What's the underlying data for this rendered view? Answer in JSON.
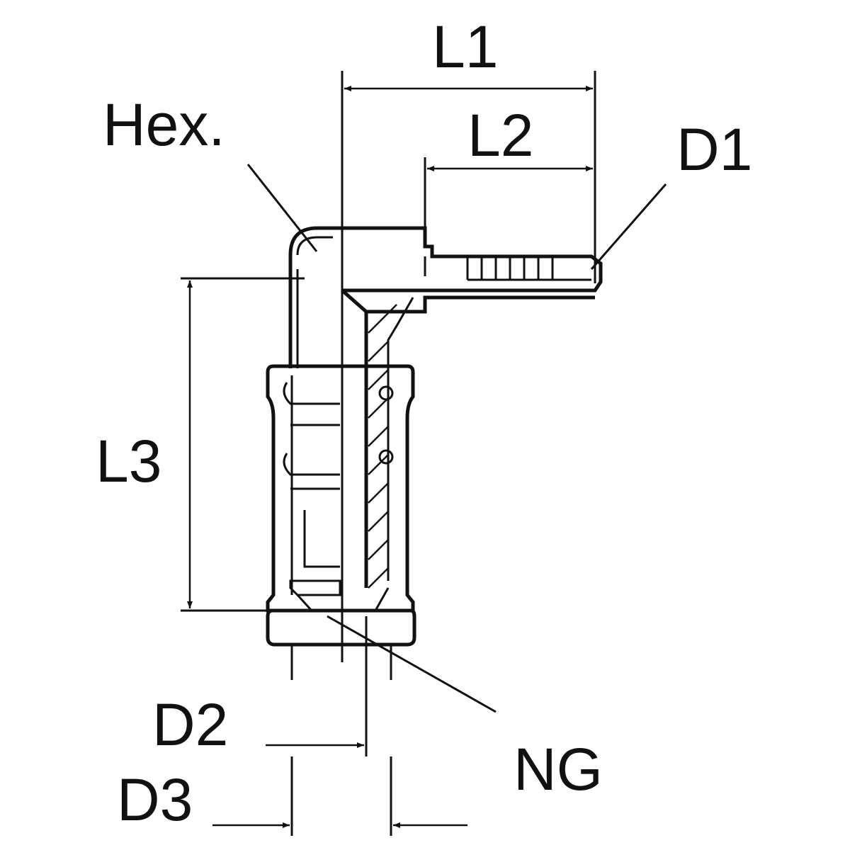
{
  "labels": {
    "hex": "Hex.",
    "l1": "L1",
    "l2": "L2",
    "d1": "D1",
    "l3": "L3",
    "d2": "D2",
    "d3": "D3",
    "ng": "NG"
  },
  "colors": {
    "line": "#111111",
    "background": "#ffffff"
  }
}
